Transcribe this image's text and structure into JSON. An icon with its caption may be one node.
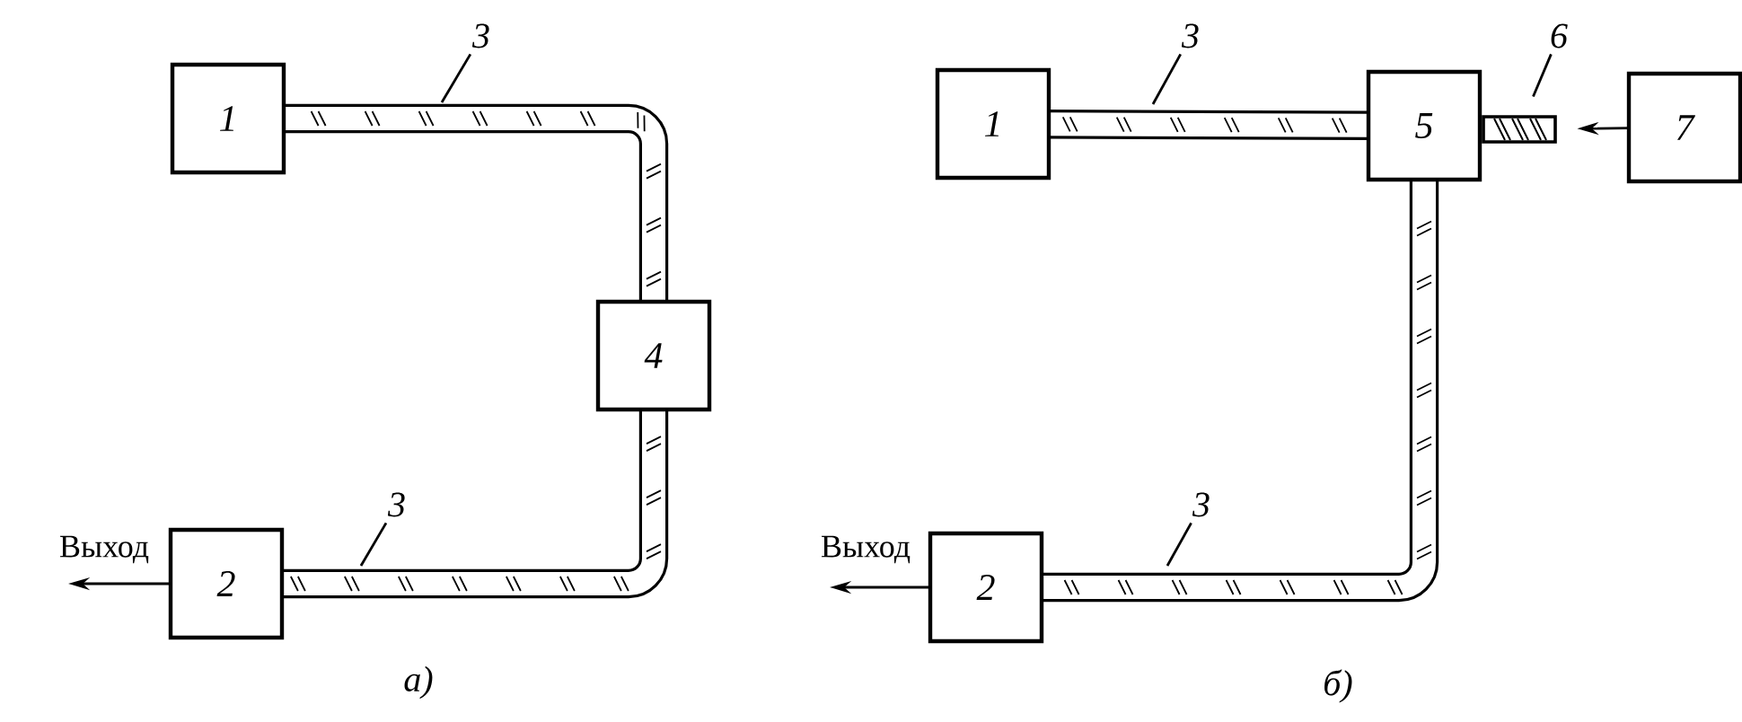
{
  "diagram": {
    "nodes": [
      {
        "text": [
          "1"
        ]
      },
      {
        "text": [
          "4"
        ]
      },
      {
        "text": [
          "2"
        ]
      },
      {
        "text": [
          "3"
        ]
      },
      {
        "text": [
          "3"
        ]
      },
      {
        "text": [
          "1"
        ]
      },
      {
        "text": [
          "5"
        ]
      },
      {
        "text": [
          "6"
        ]
      },
      {
        "text": [],
        "shape": "bar"
      },
      {
        "text": [
          "7"
        ]
      },
      {
        "text": [
          "3"
        ]
      },
      {
        "text": [
          "2"
        ]
      },
      {
        "text": [
          "3"
        ]
      }
    ],
    "edges": [
      {
        "from": 0,
        "to": 1,
        "arrow": "none",
        "style": "thick"
      },
      {
        "from": 1,
        "to": 2,
        "arrow": "none",
        "style": "thick"
      },
      {
        "from": 2,
        "to": null,
        "arrow": "to",
        "label": "Выход"
      },
      {
        "from": 3,
        "to": null,
        "arrow": "none"
      },
      {
        "from": 4,
        "to": null,
        "arrow": "none"
      },
      {
        "from": 5,
        "to": 6,
        "arrow": "none",
        "style": "thick"
      },
      {
        "from": 6,
        "to": 11,
        "arrow": "none",
        "style": "thick"
      },
      {
        "from": 11,
        "to": null,
        "arrow": "to",
        "label": "Выход"
      },
      {
        "from": 9,
        "to": 8,
        "arrow": "to"
      },
      {
        "from": 7,
        "to": 8,
        "arrow": "none"
      },
      {
        "from": 10,
        "to": null,
        "arrow": "none"
      },
      {
        "from": 12,
        "to": null,
        "arrow": "none"
      }
    ],
    "labels": [
      "а)",
      "б)"
    ]
  }
}
